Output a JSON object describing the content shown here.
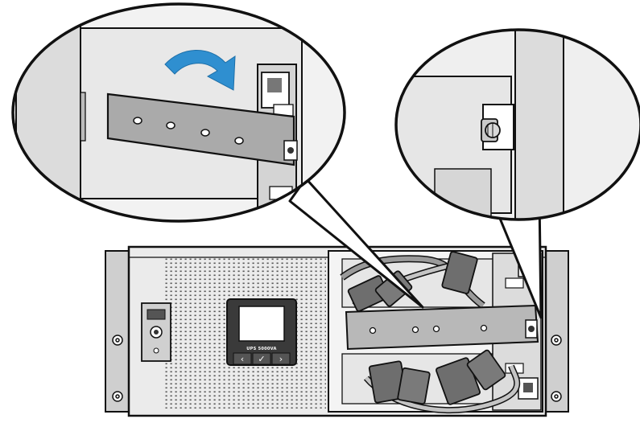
{
  "figure": {
    "display_label": "UPS 5000VA",
    "buttons": [
      {
        "name": "left",
        "glyph": "‹"
      },
      {
        "name": "enter",
        "glyph": "✓"
      },
      {
        "name": "right",
        "glyph": "›"
      }
    ],
    "colors": {
      "outline": "#111111",
      "panel_gray": "#d9d9d9",
      "bracket_gray": "#a8a8a8",
      "arrow_blue": "#2f8fd0",
      "connector_gray": "#6e6e6e",
      "display_dark": "#333333"
    }
  }
}
